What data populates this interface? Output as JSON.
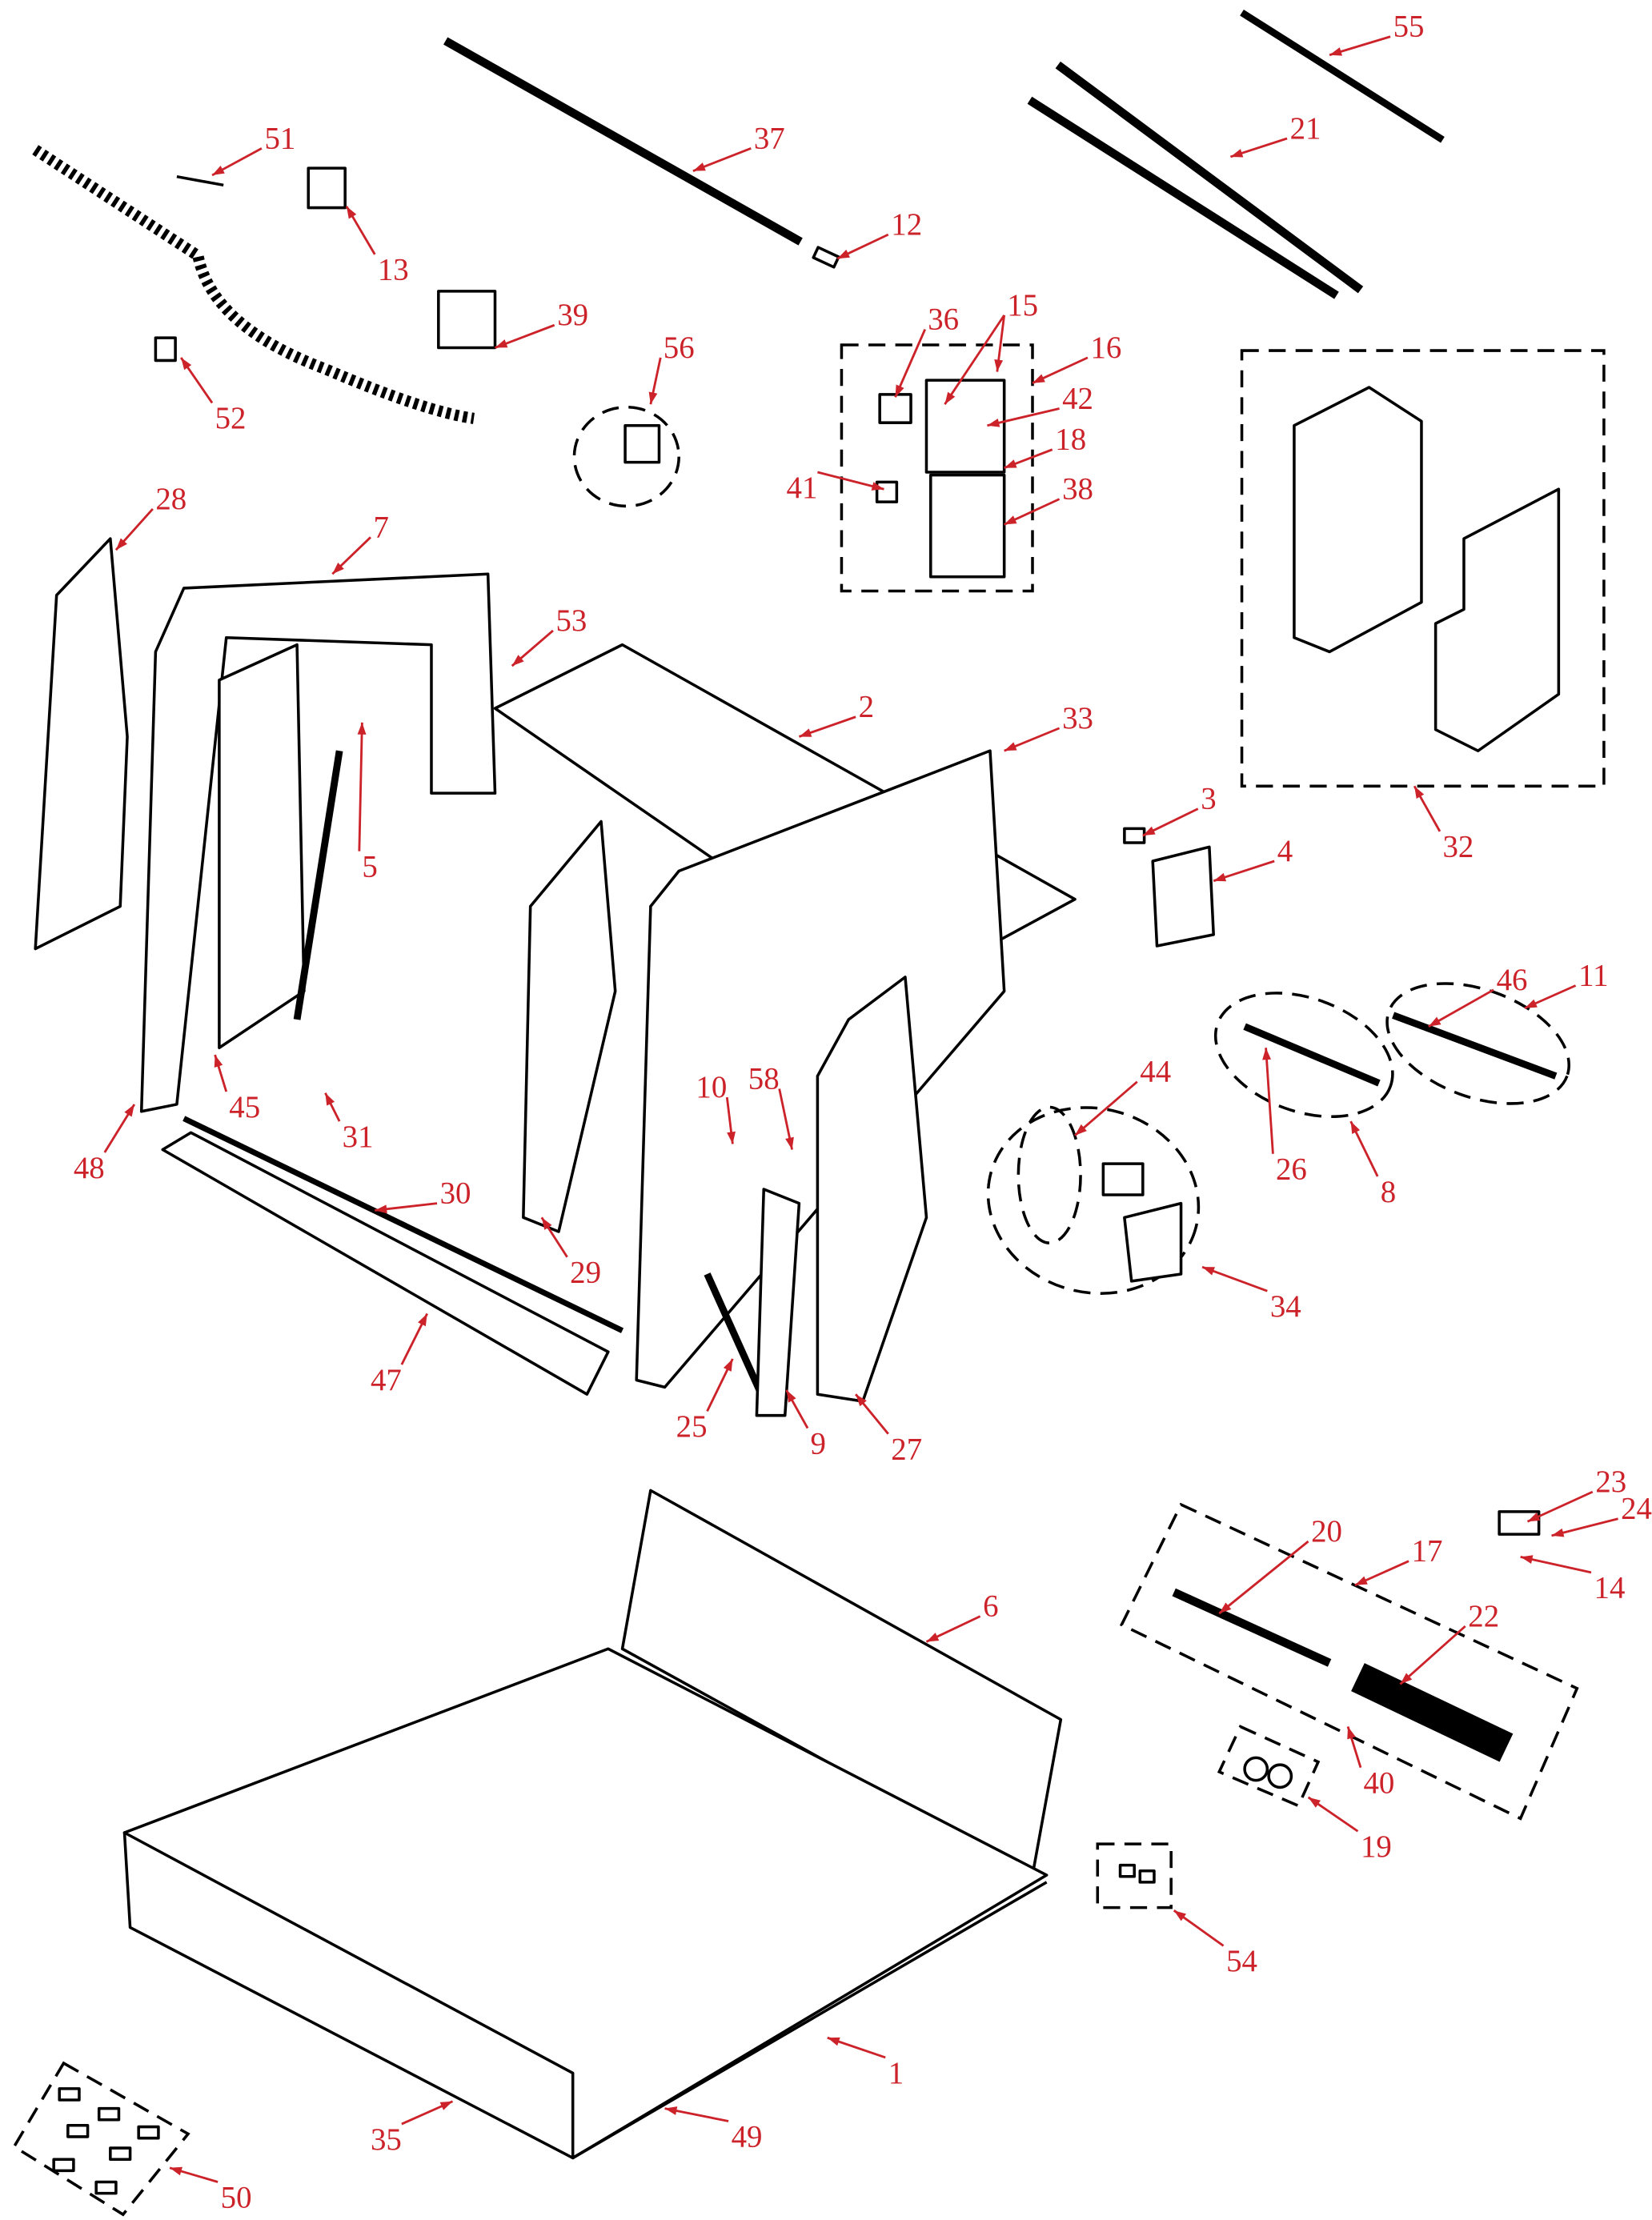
{
  "diagram": {
    "type": "exploded-parts-diagram",
    "label_color": "#cc2229",
    "callouts": [
      "55",
      "21",
      "37",
      "12",
      "51",
      "13",
      "39",
      "52",
      "56",
      "36",
      "15",
      "16",
      "42",
      "18",
      "41",
      "38",
      "28",
      "7",
      "53",
      "2",
      "33",
      "5",
      "3",
      "4",
      "32",
      "46",
      "11",
      "44",
      "26",
      "8",
      "10",
      "58",
      "45",
      "31",
      "48",
      "30",
      "29",
      "34",
      "47",
      "25",
      "9",
      "27",
      "23",
      "24",
      "17",
      "20",
      "14",
      "22",
      "40",
      "19",
      "54",
      "6",
      "1",
      "49",
      "35",
      "50"
    ]
  }
}
